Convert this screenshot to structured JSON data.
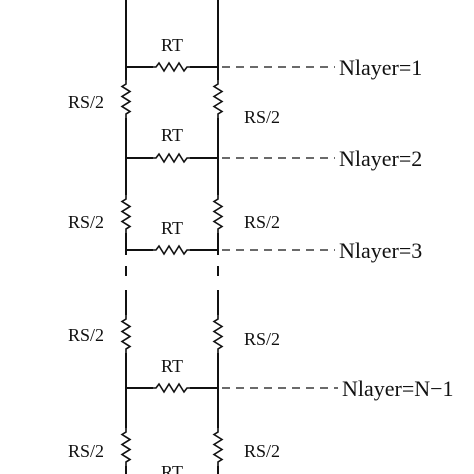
{
  "resistor_labels": {
    "rt": "RT",
    "rs_half": "RS/2"
  },
  "layer_labels": [
    "Nlayer=1",
    "Nlayer=2",
    "Nlayer=3",
    "Nlayer=N−1"
  ]
}
